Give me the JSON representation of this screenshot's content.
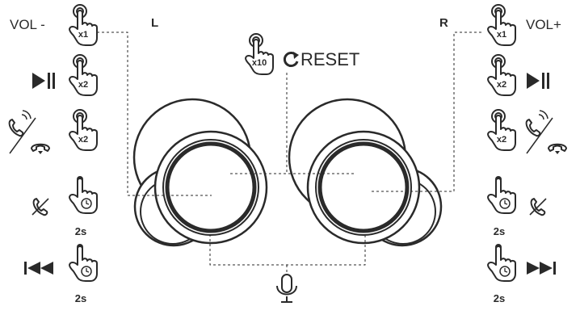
{
  "side_labels": {
    "left": "L",
    "right": "R"
  },
  "reset": {
    "taps": "x10",
    "label": "RESET"
  },
  "left_controls": [
    {
      "action_label": "VOL -",
      "action_icon": "volume-down-text",
      "gesture": "x1",
      "gesture_icon": "single-tap-hand-icon"
    },
    {
      "action_label": "",
      "action_icon": "play-pause-icon",
      "gesture": "x2",
      "gesture_icon": "double-tap-hand-icon"
    },
    {
      "action_label": "",
      "action_icon": "answer-hangup-call-icon",
      "gesture": "x2",
      "gesture_icon": "double-tap-hand-icon"
    },
    {
      "action_label": "",
      "action_icon": "reject-call-icon",
      "gesture": "2s",
      "gesture_icon": "long-press-hand-icon"
    },
    {
      "action_label": "",
      "action_icon": "previous-track-icon",
      "gesture": "2s",
      "gesture_icon": "long-press-hand-icon"
    }
  ],
  "right_controls": [
    {
      "action_label": "VOL+",
      "action_icon": "volume-up-text",
      "gesture": "x1",
      "gesture_icon": "single-tap-hand-icon"
    },
    {
      "action_label": "",
      "action_icon": "play-pause-icon",
      "gesture": "x2",
      "gesture_icon": "double-tap-hand-icon"
    },
    {
      "action_label": "",
      "action_icon": "answer-hangup-call-icon",
      "gesture": "x2",
      "gesture_icon": "double-tap-hand-icon"
    },
    {
      "action_label": "",
      "action_icon": "reject-call-icon",
      "gesture": "2s",
      "gesture_icon": "long-press-hand-icon"
    },
    {
      "action_label": "",
      "action_icon": "next-track-icon",
      "gesture": "2s",
      "gesture_icon": "long-press-hand-icon"
    }
  ],
  "microphone_icon": "microphone-icon",
  "colors": {
    "ink": "#2a2a2a",
    "background": "#ffffff"
  }
}
